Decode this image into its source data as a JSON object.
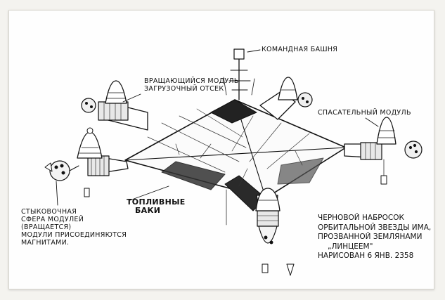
{
  "labels": {
    "command_tower": "Командная башня",
    "rotating_module_line1": "Вращающийся модуль",
    "rotating_module_line2": "загрузочный отсек",
    "rescue_module": "Спасательный модуль",
    "fuel_tanks_line1": "Топливные",
    "fuel_tanks_line2": "баки",
    "docking_line1": "Стыковочная",
    "docking_line2": "сфера модулей",
    "docking_line3": "(вращается)",
    "docking_line4": "модули присоединяются",
    "docking_line5": "магнитами."
  },
  "caption": {
    "line1": "Черновой набросок",
    "line2": "орбитальной звезды ИМА,",
    "line3": "прозванной землянами",
    "line4": "„Линцеем\"",
    "line5": "Нарисован 6 янв. 2358"
  }
}
